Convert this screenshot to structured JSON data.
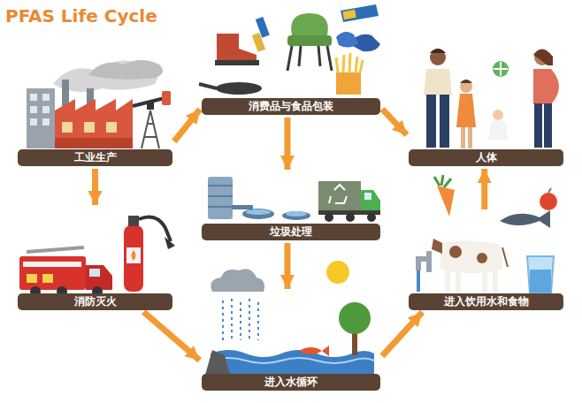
{
  "diagram": {
    "title": "PFAS Life Cycle",
    "nodes": [
      {
        "text": [
          "工业生产"
        ]
      },
      {
        "text": [
          "消费品与食品包装"
        ]
      },
      {
        "text": [
          "人体"
        ]
      },
      {
        "text": [
          "垃圾处理"
        ]
      },
      {
        "text": [
          "消防灭火"
        ]
      },
      {
        "text": [
          "进入饮用水和食物"
        ]
      },
      {
        "text": [
          "进入水循环"
        ]
      }
    ],
    "edges": [
      {
        "from": 0,
        "to": 1,
        "arrow": "to"
      },
      {
        "from": 0,
        "to": 4,
        "arrow": "to"
      },
      {
        "from": 1,
        "to": 2,
        "arrow": "to"
      },
      {
        "from": 1,
        "to": 3,
        "arrow": "to"
      },
      {
        "from": 3,
        "to": 6,
        "arrow": "to"
      },
      {
        "from": 4,
        "to": 6,
        "arrow": "to"
      },
      {
        "from": 6,
        "to": 5,
        "arrow": "to"
      },
      {
        "from": 5,
        "to": 2,
        "arrow": "to"
      }
    ]
  }
}
